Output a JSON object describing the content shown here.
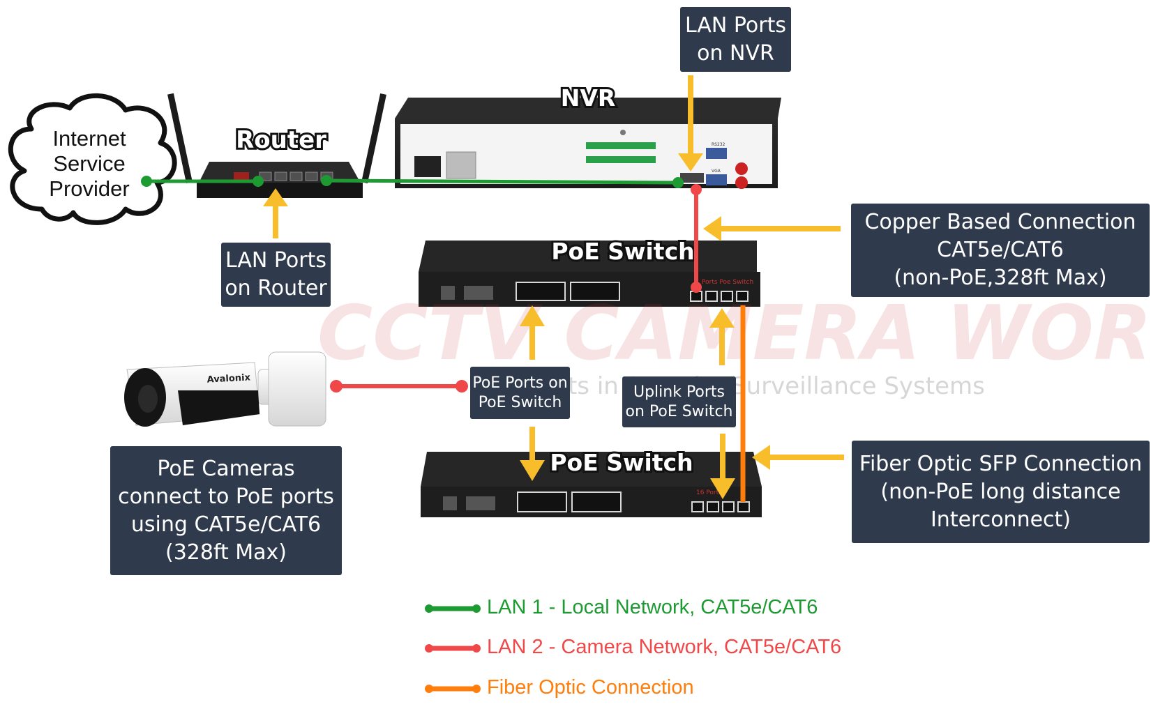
{
  "isp": {
    "label": "Internet\nService\nProvider"
  },
  "devices": {
    "router": "Router",
    "nvr": "NVR",
    "poe_switch_top": "PoE Switch",
    "poe_switch_bottom": "PoE Switch",
    "camera_brand": "Avalonix",
    "switch_port_text_top": "Ports Poe Switch",
    "switch_port_text_bottom": "16 Ports",
    "nvr_port_text_rs232": "RS232",
    "nvr_port_text_vga": "VGA"
  },
  "callouts": {
    "lan_ports_nvr": "LAN Ports\non NVR",
    "lan_ports_router": "LAN Ports\non Router",
    "copper": "Copper Based Connection\nCAT5e/CAT6\n(non-PoE,328ft Max)",
    "poe_ports": "PoE Ports on\nPoE Switch",
    "uplink_ports": "Uplink Ports\non PoE Switch",
    "poe_cameras": "PoE Cameras\nconnect to PoE ports\nusing CAT5e/CAT6\n(328ft Max)",
    "fiber": "Fiber Optic SFP Connection\n(non-PoE long distance\nInterconnect)"
  },
  "watermark": {
    "brand": "CCTV CAMERA WORLD",
    "tagline": "rts in Security Surveillance Systems"
  },
  "legend": [
    {
      "label": "LAN 1 - Local Network, CAT5e/CAT6",
      "color": "#1e9a32"
    },
    {
      "label": "LAN 2 - Camera Network, CAT5e/CAT6",
      "color": "#f04848"
    },
    {
      "label": "Fiber Optic Connection",
      "color": "#ff7d0a"
    }
  ],
  "colors": {
    "callout_bg": "#2f3a4d",
    "arrow": "#f8bd2a",
    "lan1": "#1e9a32",
    "lan2": "#f04848",
    "fiber": "#ff7d0a"
  }
}
